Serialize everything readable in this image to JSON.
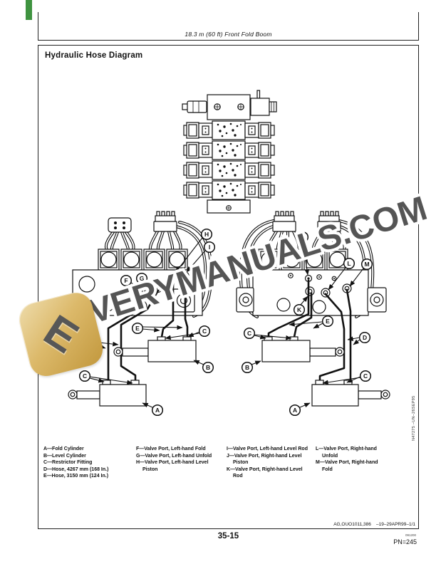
{
  "page": {
    "header_title": "18.3 m (60 ft) Front Fold Boom",
    "section_title": "Hydraulic Hose Diagram",
    "doc_code": "AG,OUO1011,386    –19–29APR99–1/1",
    "figure_code": "N47275  –UN–26SEP95",
    "page_number": "35-15",
    "print_code": "091200",
    "pn": "PN=245"
  },
  "colors": {
    "edge_tab_green": "#3f9340",
    "watermark_gold": "#d9b566",
    "watermark_gray": "#484848"
  },
  "watermark": {
    "text": "EVERYMANUALS.COM",
    "logo_letter": "E"
  },
  "legend": {
    "columns": [
      {
        "items": [
          "A—Fold Cylinder",
          "B—Level Cylinder",
          "C—Restrictor Fitting",
          "D—Hose, 4267 mm (168 In.)",
          "E—Hose, 3150 mm (124 In.)"
        ]
      },
      {
        "items": [
          "F—Valve Port, Left-hand Fold",
          "G—Valve Port, Left-hand Unfold",
          "H—Valve Port, Left-hand Level Piston"
        ]
      },
      {
        "items": [
          "I—Valve Port, Left-hand Level Rod",
          "J—Valve Port, Right-hand Level Piston",
          "K—Valve Port, Right-hand Level Rod"
        ]
      },
      {
        "items": [
          "L—Valve Port, Right-hand Unfold",
          "M—Valve Port, Right-hand Fold"
        ]
      }
    ]
  },
  "diagram": {
    "callouts": [
      "H",
      "I",
      "F",
      "G",
      "E",
      "C",
      "D",
      "C",
      "B",
      "A",
      "J",
      "L",
      "M",
      "K",
      "E",
      "C",
      "D",
      "B",
      "C",
      "A"
    ]
  }
}
